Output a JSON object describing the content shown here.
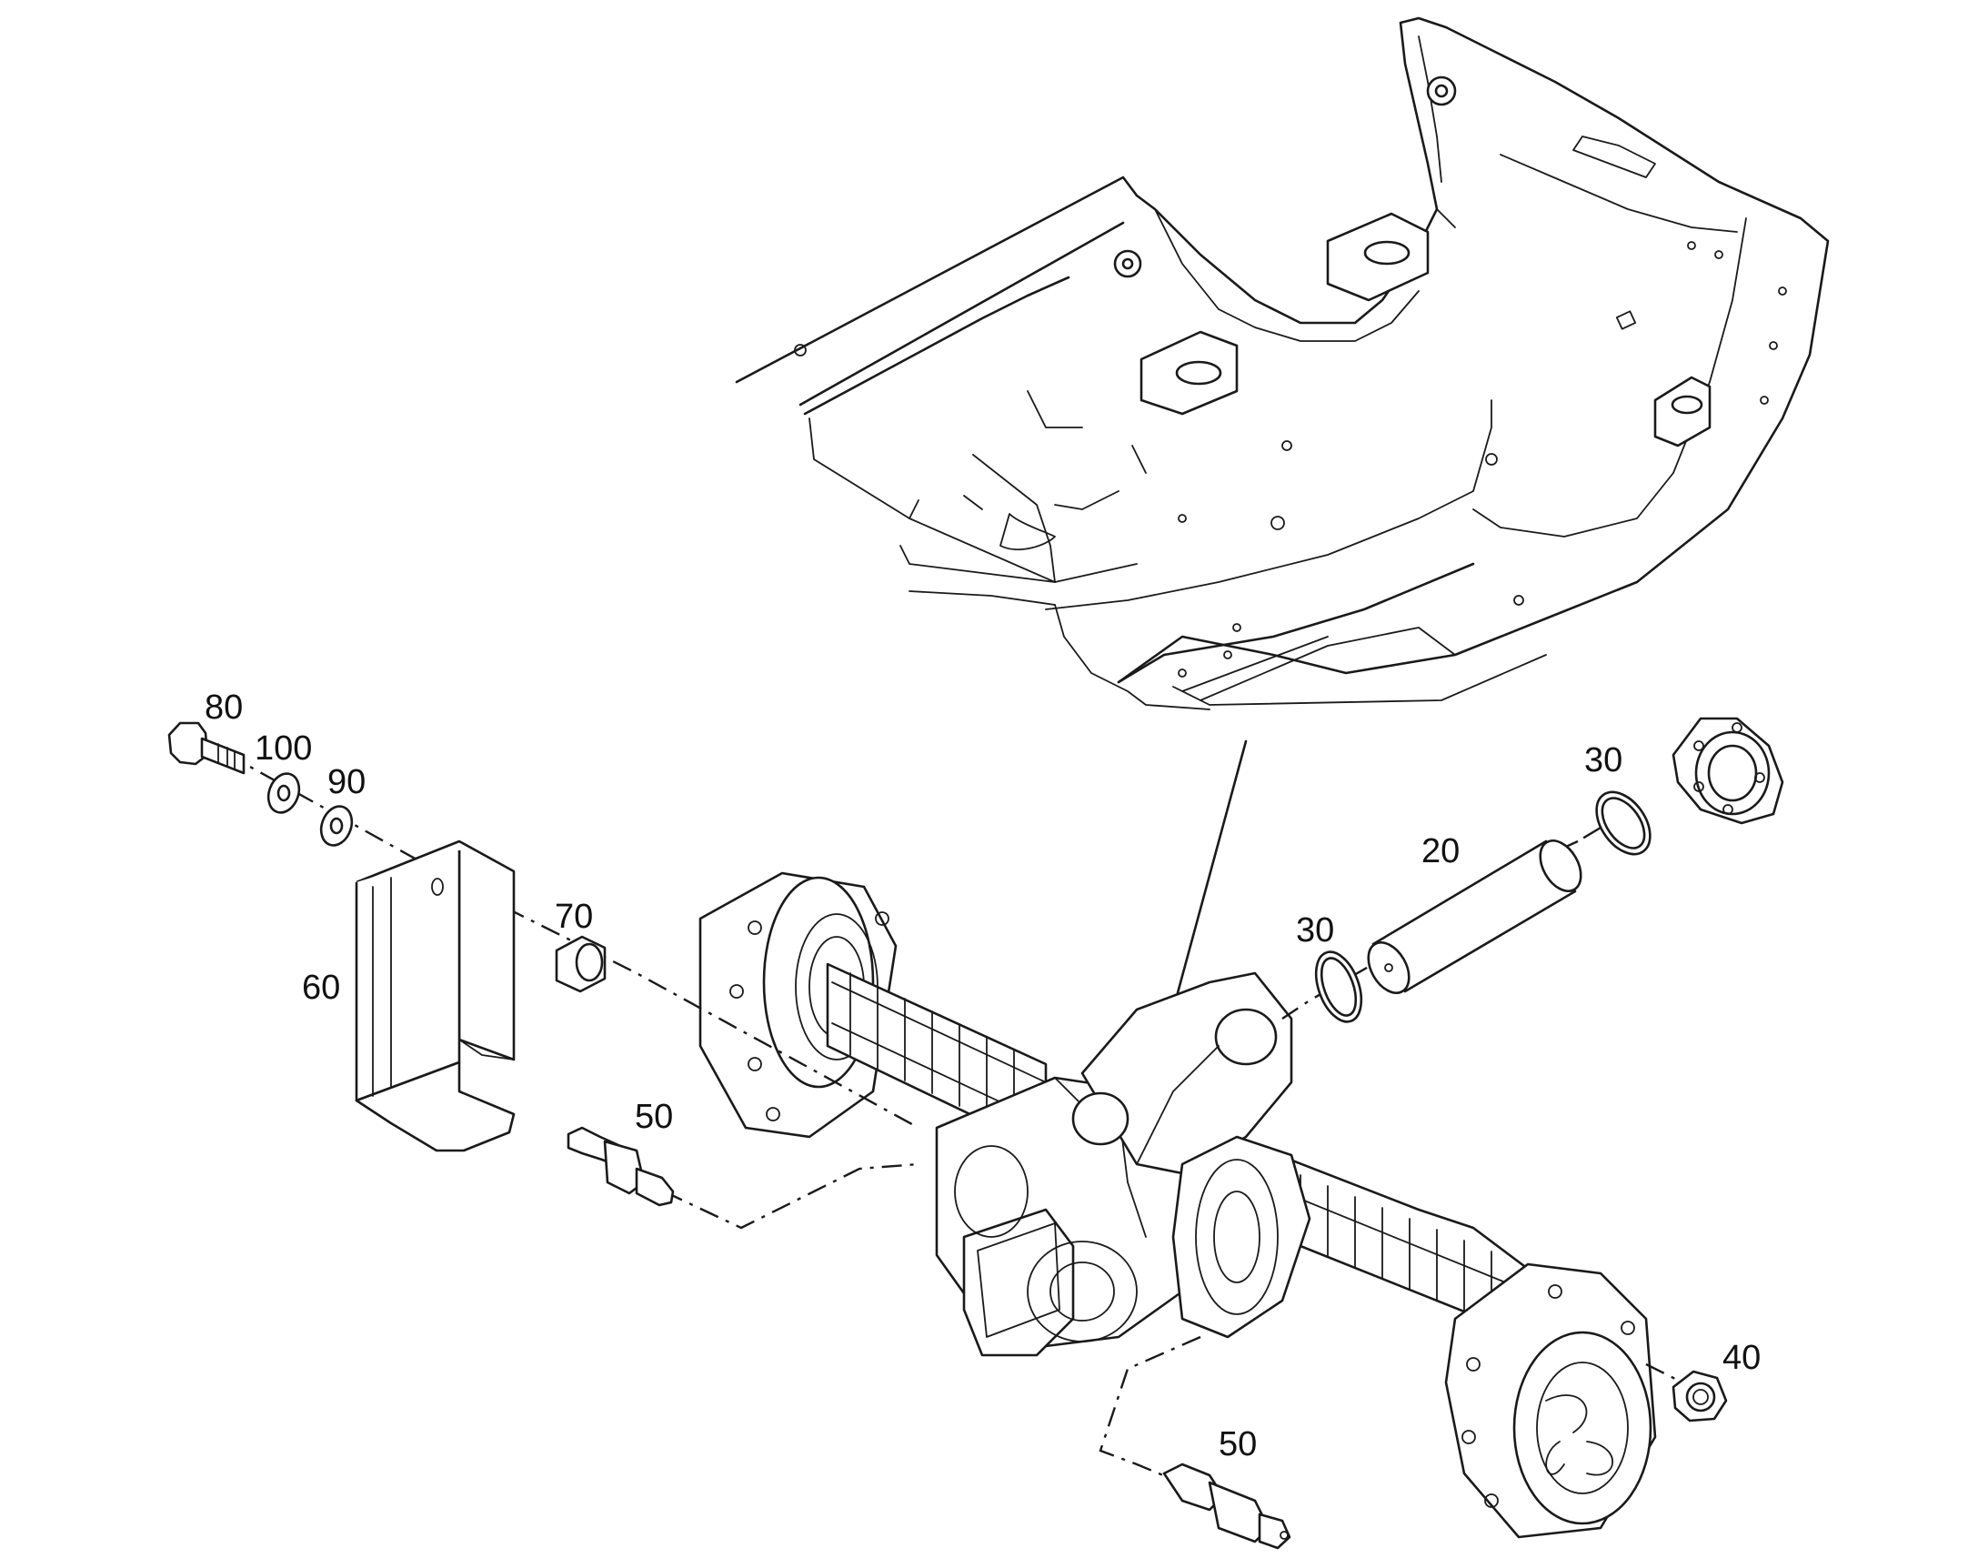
{
  "callouts": {
    "c80": "80",
    "c100": "100",
    "c90": "90",
    "c60": "60",
    "c70": "70",
    "c50_upper": "50",
    "c50_lower": "50",
    "c30_left": "30",
    "c30_right": "30",
    "c20": "20",
    "c40": "40"
  }
}
